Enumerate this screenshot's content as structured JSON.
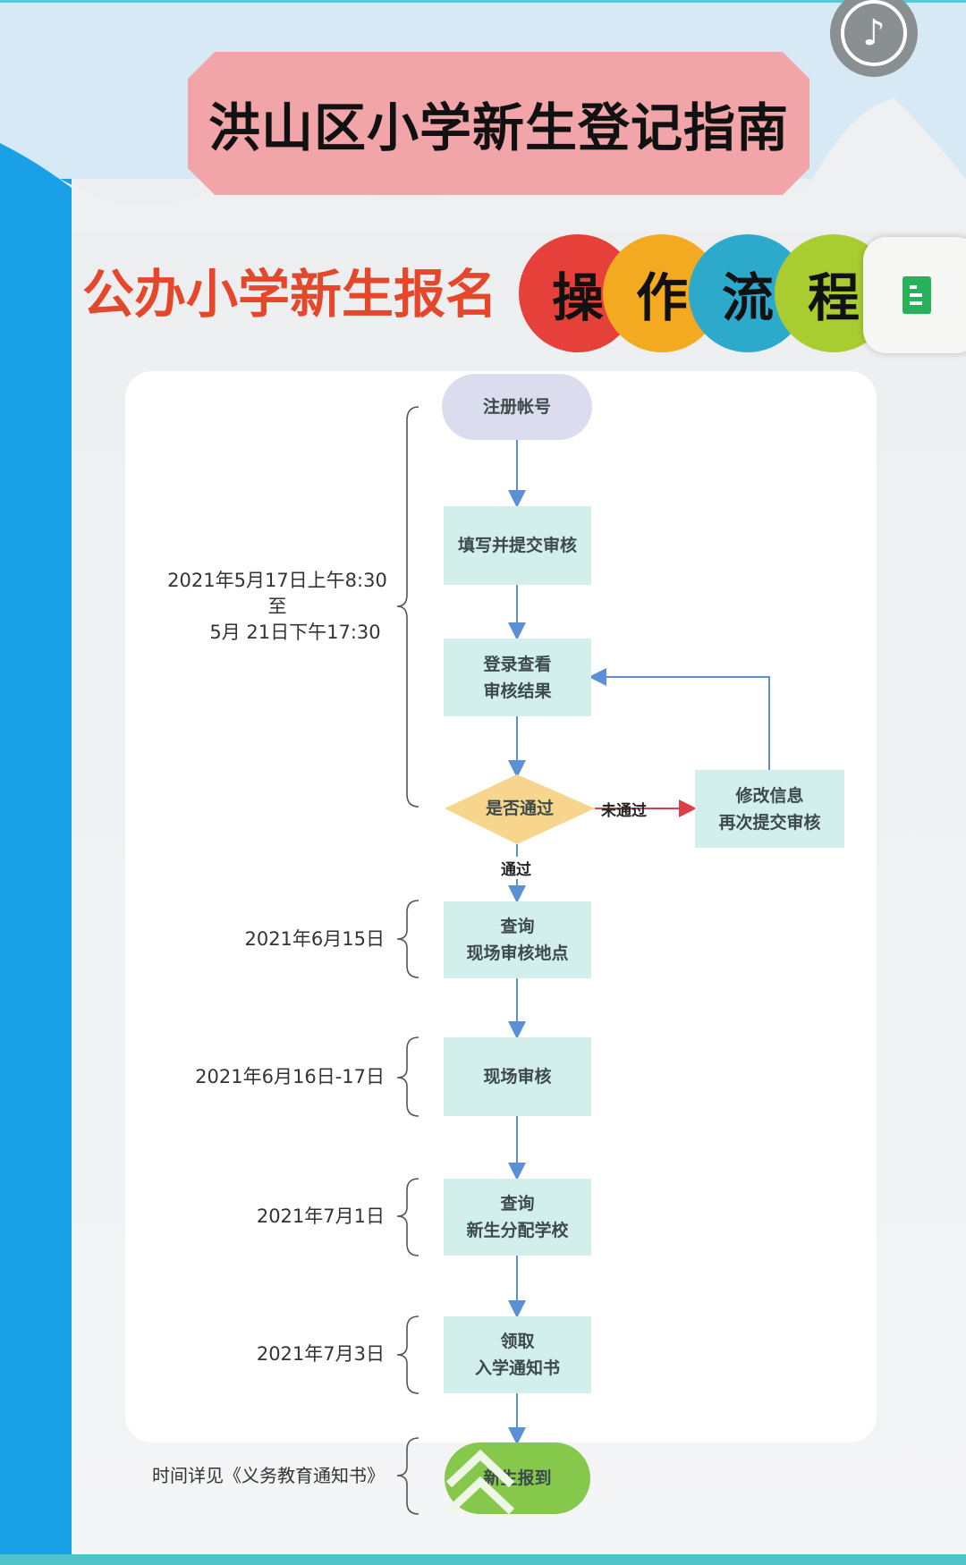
{
  "header": {
    "title": "洪山区小学新生登记指南",
    "subtitle": "公办小学新生报名",
    "circles": [
      {
        "char": "操",
        "color": "#e5403a"
      },
      {
        "char": "作",
        "color": "#f3aa20"
      },
      {
        "char": "流",
        "color": "#2ca9cb"
      },
      {
        "char": "程",
        "color": "#a9cd30"
      }
    ]
  },
  "flow": {
    "nodes": {
      "register": "注册帐号",
      "fill_submit": "填写并提交审核",
      "login_view_1": "登录查看",
      "login_view_2": "审核结果",
      "decision": "是否通过",
      "modify_1": "修改信息",
      "modify_2": "再次提交审核",
      "query_site_1": "查询",
      "query_site_2": "现场审核地点",
      "onsite_review": "现场审核",
      "query_school_1": "查询",
      "query_school_2": "新生分配学校",
      "receive_1": "领取",
      "receive_2": "入学通知书",
      "report": "新生报到"
    },
    "edge_labels": {
      "fail": "未通过",
      "pass": "通过"
    },
    "dates": {
      "registration_1": "2021年5月17日上午8:30",
      "registration_2": "至",
      "registration_3": "5月 21日下午17:30",
      "query_site": "2021年6月15日",
      "onsite_review": "2021年6月16日-17日",
      "query_school": "2021年7月1日",
      "receive": "2021年7月3日",
      "report": "时间详见《义务教育通知书》"
    }
  }
}
